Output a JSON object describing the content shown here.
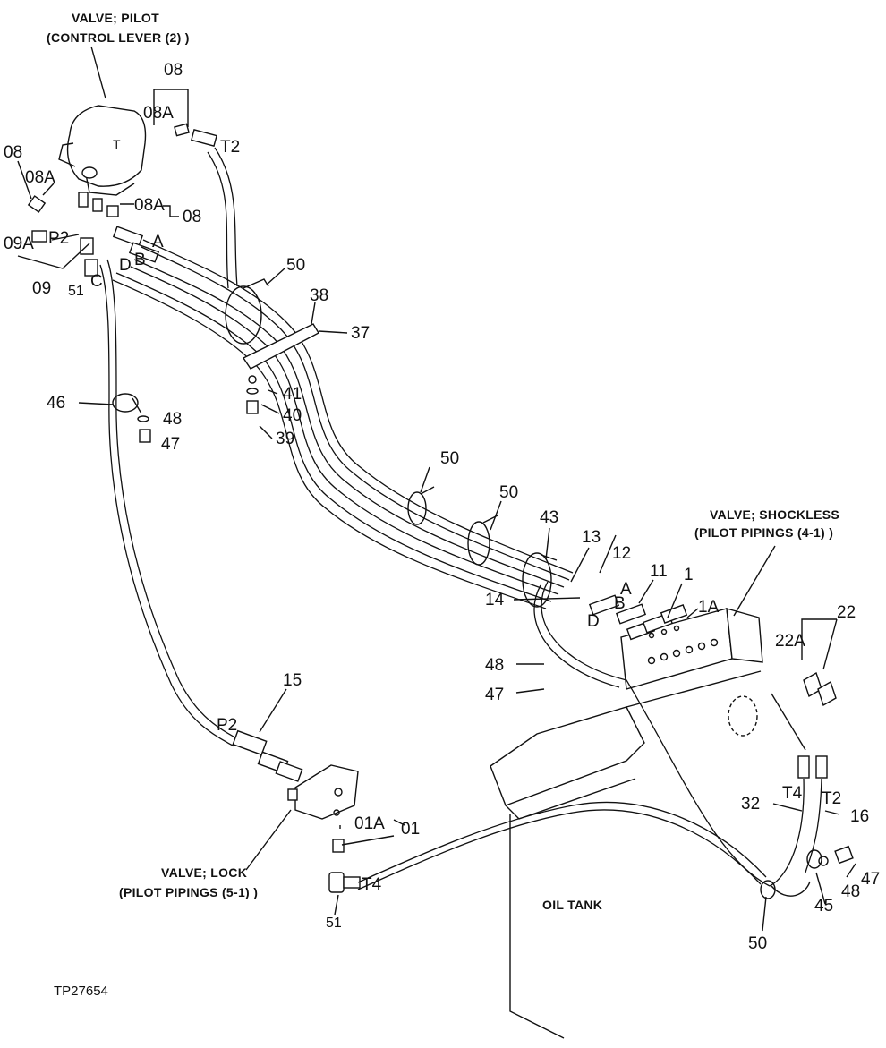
{
  "captions": {
    "pilot_valve_line1": "VALVE; PILOT",
    "pilot_valve_line2": "(CONTROL LEVER (2) )",
    "shockless_line1": "VALVE; SHOCKLESS",
    "shockless_line2": "(PILOT PIPINGS (4-1) )",
    "lock_line1": "VALVE; LOCK",
    "lock_line2": "(PILOT PIPINGS (5-1) )",
    "oil_tank": "OIL TANK",
    "figure_id": "TP27654"
  },
  "callouts": {
    "c08_top": "08",
    "c08a_top": "08A",
    "t2_top": "T2",
    "t_mark": "T",
    "c08_left": "08",
    "c08a_left": "08A",
    "c08a_mid": "08A",
    "c08_mid": "08",
    "c09a": "09A",
    "p2_top": "P2",
    "a_top": "A",
    "b_top": "B",
    "d_top": "D",
    "c_top": "C",
    "c09": "09",
    "c51_top": "51",
    "c50_a": "50",
    "c38": "38",
    "c37": "37",
    "c41": "41",
    "c40": "40",
    "c39": "39",
    "c46": "46",
    "c48_left": "48",
    "c47_left": "47",
    "c50_b": "50",
    "c50_c": "50",
    "c43": "43",
    "c13": "13",
    "c12": "12",
    "c11": "11",
    "c1": "1",
    "c1a": "1A",
    "a_right": "A",
    "b_right": "B",
    "d_right": "D",
    "c14": "14",
    "c48_mid": "48",
    "c47_mid": "47",
    "c22": "22",
    "c22a": "22A",
    "c15": "15",
    "p2_bottom": "P2",
    "c01a": "01A",
    "c01": "01",
    "t4_bottom": "T4",
    "c51_bottom": "51",
    "t4_right": "T4",
    "t2_right": "T2",
    "c32": "32",
    "c16": "16",
    "c47_right": "47",
    "c48_right": "48",
    "c45": "45",
    "c50_d": "50"
  }
}
